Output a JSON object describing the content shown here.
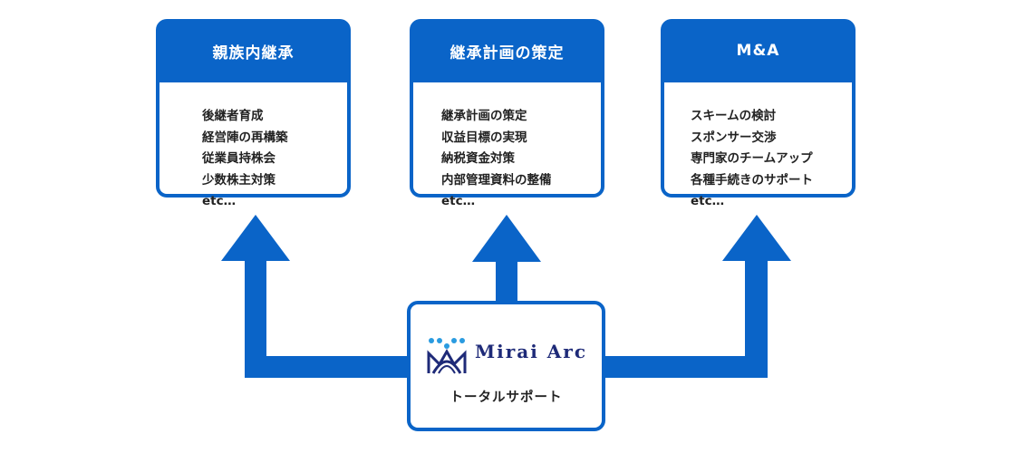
{
  "cards": [
    {
      "title": "親族内継承",
      "items": [
        "後継者育成",
        "経営陣の再構築",
        "従業員持株会",
        "少数株主対策",
        "etc…"
      ]
    },
    {
      "title": "継承計画の策定",
      "items": [
        "継承計画の策定",
        "収益目標の実現",
        "納税資金対策",
        "内部管理資料の整備",
        "etc…"
      ]
    },
    {
      "title": "M&A",
      "items": [
        "スキームの検討",
        "スポンサー交渉",
        "専門家のチームアップ",
        "各種手続きのサポート",
        "etc…"
      ]
    }
  ],
  "center": {
    "logo_text": "Mirai Arc",
    "caption": "トータルサポート"
  },
  "colors": {
    "primary_blue": "#0a64c8",
    "logo_navy": "#1e2a78",
    "logo_dots": "#2a9be0"
  }
}
